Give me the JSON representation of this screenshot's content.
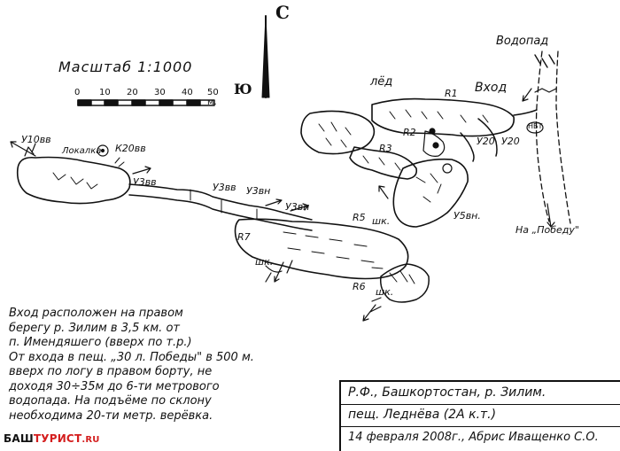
{
  "compass": {
    "north": "С",
    "south": "Ю"
  },
  "scale": {
    "title": "Масштаб 1:1000",
    "ticks": [
      "0",
      "10",
      "20",
      "30",
      "40",
      "50 м."
    ]
  },
  "labels": {
    "waterfall": "Водопад",
    "ice": "лёд",
    "entrance": "Вход",
    "r1": "R1",
    "r2": "R2",
    "r3": "R3",
    "r5": "R5",
    "r6": "R6",
    "r7": "R7",
    "u20_a": "У20",
    "u20_b": "У20",
    "u10": "У10вв",
    "u20_k": "К20вв",
    "lokalka": "Локалка",
    "u3_a": "У3вв",
    "u3_b": "У3вв",
    "u3_c": "У3вн",
    "u3_d": "У3вн",
    "u5": "У5вн.",
    "shk_a": "шк.",
    "shk_b": "шк.",
    "shk_c": "шк.",
    "nbt": "НБТ",
    "to_pobeda": "На „Победу\""
  },
  "note": [
    "Вход расположен на правом",
    "берегу р. Зилим в 3,5 км. от",
    "п. Имендяшего (вверх по т.р.)",
    "От входа в пещ. „30 л. Победы\" в 500 м.",
    "вверх по логу в правом борту, не",
    "доходя 30÷35м до 6-ти метрового",
    "водопада. На подъёме по склону",
    "необходима 20-ти метр. верёвка."
  ],
  "titlebox": {
    "line1": "Р.Ф., Башкортостан, р. Зилим.",
    "line2": "пещ. Леднёва (2А к.т.)",
    "line3": "14 февраля 2008г., Абрис Иващенко С.О."
  },
  "logo": {
    "part1": "БАШ",
    "part2": "ТУРИСТ",
    "part3": ".RU"
  }
}
